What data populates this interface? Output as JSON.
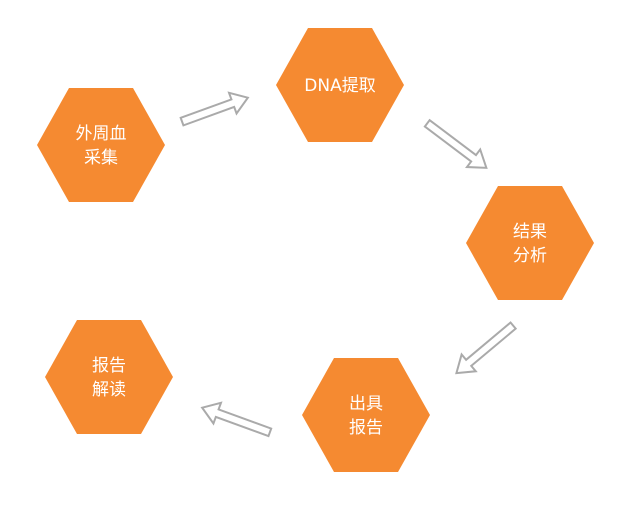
{
  "theme": {
    "step_fill": "#F58A31",
    "arrow_stroke": "#AAAAAA",
    "arrow_fill": "#FFFFFF",
    "text_color": "#FFFFFF",
    "background": "#FFFFFF"
  },
  "steps": [
    {
      "id": "blood-collection",
      "lines": [
        "外周血",
        "采集"
      ]
    },
    {
      "id": "dna-extraction",
      "lines": [
        "DNA提取"
      ]
    },
    {
      "id": "result-analysis",
      "lines": [
        "结果",
        "分析"
      ]
    },
    {
      "id": "report-issue",
      "lines": [
        "出具",
        "报告"
      ]
    },
    {
      "id": "report-interpretation",
      "lines": [
        "报告",
        "解读"
      ]
    }
  ],
  "arrows": [
    {
      "from": "blood-collection",
      "to": "dna-extraction"
    },
    {
      "from": "dna-extraction",
      "to": "result-analysis"
    },
    {
      "from": "result-analysis",
      "to": "report-issue"
    },
    {
      "from": "report-issue",
      "to": "report-interpretation"
    }
  ]
}
